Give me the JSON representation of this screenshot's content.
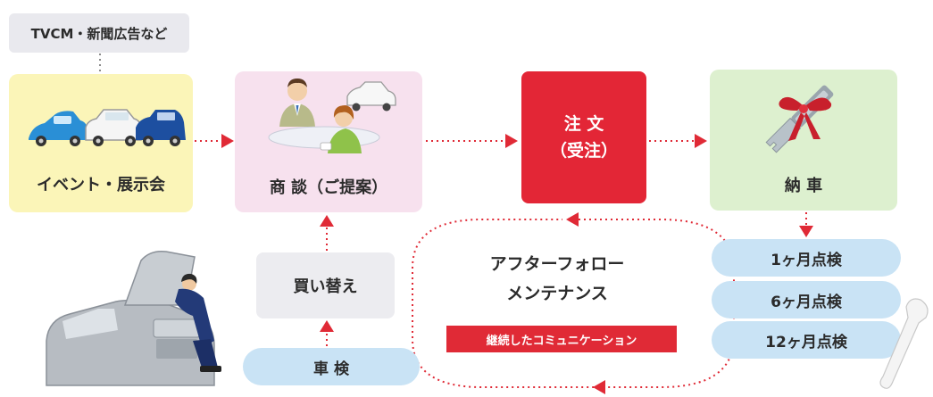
{
  "nodes": {
    "source": "TVCM・新聞広告など",
    "event": "イベント・展示会",
    "negotiation": "商 談（ご提案）",
    "order_line1": "注 文",
    "order_line2": "（受注）",
    "delivery": "納 車",
    "replacement": "買い替え",
    "vehicle_inspection": "車 検"
  },
  "aftercare": {
    "title_line1": "アフターフォロー",
    "title_line2": "メンテナンス",
    "banner": "継続したコミュニケーション"
  },
  "inspections": [
    "1ヶ月点検",
    "6ヶ月点検",
    "12ヶ月点検"
  ],
  "colors": {
    "arrow": "#e02a36",
    "order": "#e32636",
    "event_bg": "#fbf5b8",
    "negotiation_bg": "#f7e1ee",
    "delivery_bg": "#ddf0cf",
    "pill_bg": "#c9e3f5",
    "grey_bg": "#e9e9ee"
  }
}
